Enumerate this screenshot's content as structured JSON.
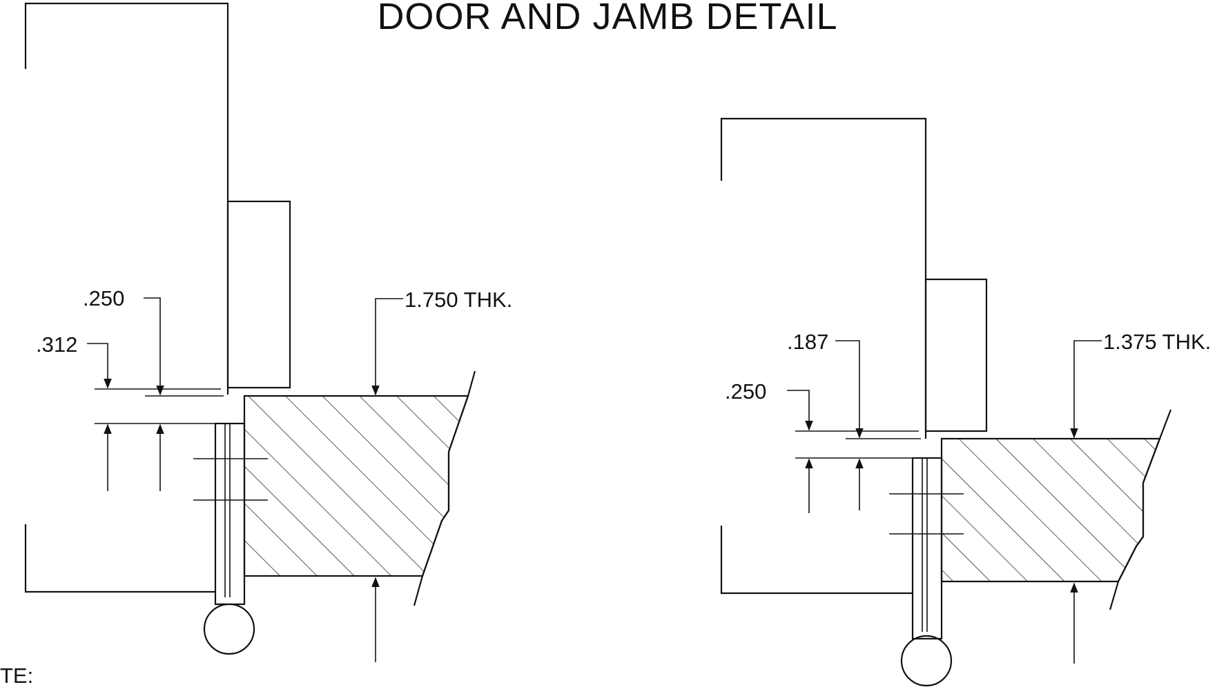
{
  "title": "DOOR AND JAMB DETAIL",
  "note_fragment": "TE:",
  "left_detail": {
    "dim_upper": ".250",
    "dim_lower": ".312",
    "thickness": "1.750 THK."
  },
  "right_detail": {
    "dim_upper": ".187",
    "dim_lower": ".250",
    "thickness": "1.375 THK."
  }
}
